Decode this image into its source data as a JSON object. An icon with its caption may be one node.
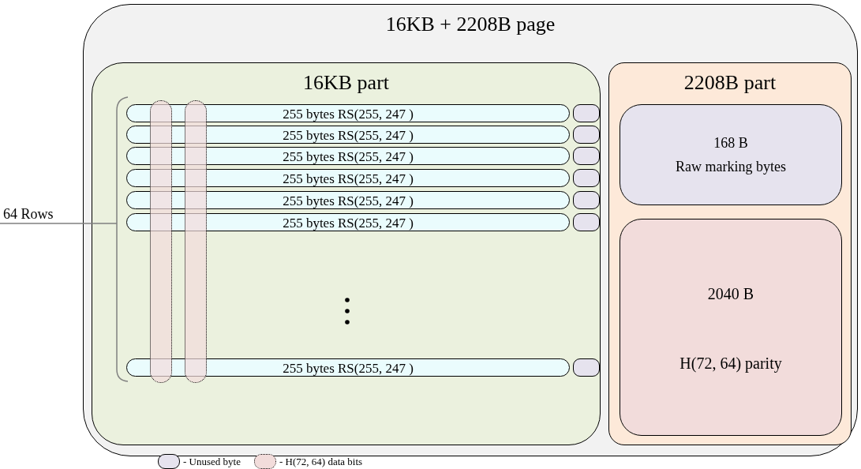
{
  "diagram": {
    "nodes": [
      {
        "text": [
          "16KB + 2208B page"
        ]
      },
      {
        "text": [
          "16KB part"
        ],
        "in": 0
      },
      {
        "text": [
          "255 bytes RS(255, 247 )"
        ],
        "in": 1
      },
      {
        "text": [],
        "shape": "box",
        "in": 1
      },
      {
        "text": [
          "255 bytes RS(255, 247 )"
        ],
        "in": 1
      },
      {
        "text": [],
        "shape": "box",
        "in": 1
      },
      {
        "text": [
          "255 bytes RS(255, 247 )"
        ],
        "in": 1
      },
      {
        "text": [],
        "shape": "box",
        "in": 1
      },
      {
        "text": [
          "255 bytes RS(255, 247 )"
        ],
        "in": 1
      },
      {
        "text": [],
        "shape": "box",
        "in": 1
      },
      {
        "text": [
          "255 bytes RS(255, 247 )"
        ],
        "in": 1
      },
      {
        "text": [],
        "shape": "box",
        "in": 1
      },
      {
        "text": [
          "255 bytes RS(255, 247 )"
        ],
        "in": 1
      },
      {
        "text": [],
        "shape": "box",
        "in": 1
      },
      {
        "text": [
          "255 bytes RS(255, 247 )"
        ],
        "in": 1
      },
      {
        "text": [],
        "shape": "box",
        "in": 1
      },
      {
        "text": [],
        "shape": "oval",
        "in": 1
      },
      {
        "text": [],
        "shape": "oval",
        "in": 1
      },
      {
        "text": [
          "2208B part"
        ],
        "in": 0
      },
      {
        "text": [
          "168 B",
          "Raw marking bytes"
        ],
        "in": 18
      },
      {
        "text": [
          "2040 B",
          "H(72, 64) parity"
        ],
        "in": 18
      }
    ],
    "labels": [
      "64 Rows"
    ],
    "legend": [
      {
        "text": "- Unused byte"
      },
      {
        "text": "- H(72, 64) data bits"
      }
    ]
  }
}
